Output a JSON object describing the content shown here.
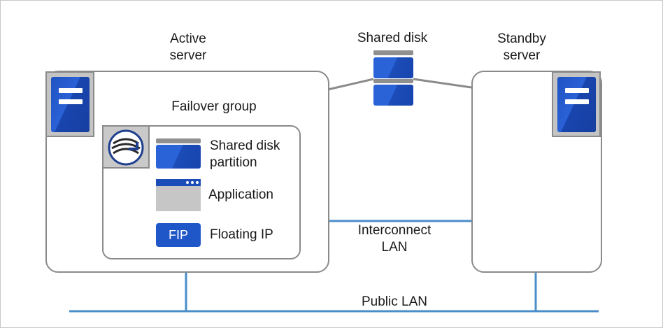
{
  "labels": {
    "active_server": "Active\nserver",
    "shared_disk": "Shared disk",
    "standby_server": "Standby\nserver",
    "failover_group": "Failover group",
    "shared_disk_partition": "Shared disk\npartition",
    "application": "Application",
    "fip_badge": "FIP",
    "floating_ip": "Floating IP",
    "interconnect_lan": "Interconnect\nLAN",
    "public_lan": "Public LAN"
  },
  "colors": {
    "lan_line": "#4a8ec9",
    "disk_link": "#8a8a8a",
    "box_border": "#8a8a8a",
    "server_blue": "#1f53c2",
    "icon_gray": "#c4c4c4"
  },
  "icons": {
    "server": "server-icon",
    "disk": "disk-icon",
    "logo": "cluster-logo-icon",
    "app": "application-window-icon"
  }
}
